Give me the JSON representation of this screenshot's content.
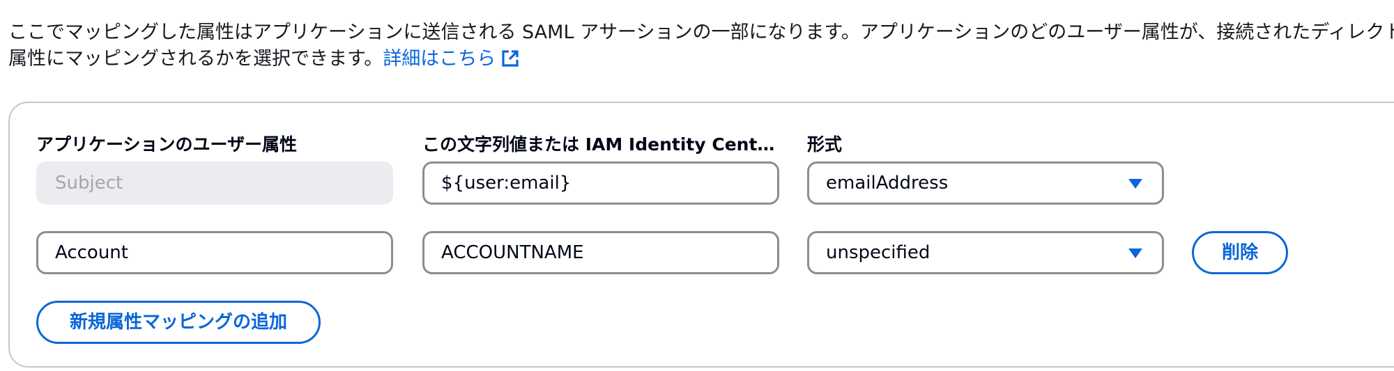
{
  "description": {
    "line1": "ここでマッピングした属性はアプリケーションに送信される SAML アサーションの一部になります。アプリケーションのどのユーザー属性が、接続されたディレクトリ",
    "line2": "属性にマッピングされるかを選択できます。",
    "learn_more": "詳細はこちら",
    "learn_more_icon": "external-link-icon"
  },
  "columns": {
    "user_attribute": "アプリケーションのユーザー属性",
    "value": "この文字列値または IAM Identity Cente...",
    "format": "形式"
  },
  "mappings": [
    {
      "user_attribute": "Subject",
      "value": "${user:email}",
      "format": "emailAddress",
      "disabled": true
    },
    {
      "user_attribute": "Account",
      "value": "ACCOUNTNAME",
      "format": "unspecified",
      "remove_label": "削除"
    }
  ],
  "add_button": "新規属性マッピングの追加",
  "colors": {
    "link": "#0a66d8",
    "border": "#8c8c94",
    "disabled_bg": "#ebebf0"
  }
}
